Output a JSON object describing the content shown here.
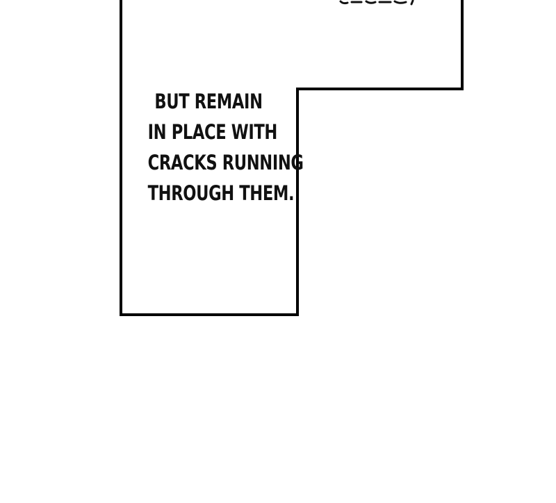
{
  "panel": {
    "caption_lines": [
      "BUT REMAIN",
      "IN PLACE WITH",
      "CRACKS RUNNING",
      "THROUGH THEM."
    ],
    "partial_text_above": ""
  },
  "colors": {
    "background": "#ffffff",
    "border": "#000000",
    "text": "#111111"
  }
}
